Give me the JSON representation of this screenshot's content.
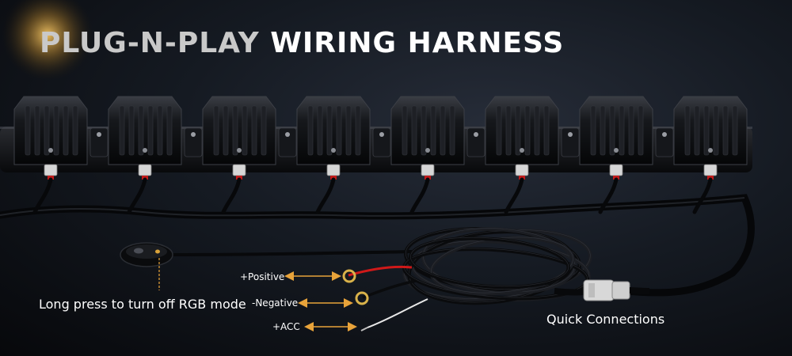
{
  "title": {
    "part1": "PLUG-N-PLAY ",
    "part2": "WIRING HARNESS"
  },
  "labels": {
    "positive": "+Positive",
    "negative": "-Negative",
    "acc": "+ACC",
    "switch_note": "Long press to turn off RGB mode",
    "quick_connections": "Quick Connections"
  },
  "colors": {
    "background": "#0b0d12",
    "accent_arrow": "#e8a33a",
    "wire_red": "#d01919",
    "terminal_gold": "#d9b24a",
    "glow": "#f0c060"
  },
  "light_pods": 8
}
